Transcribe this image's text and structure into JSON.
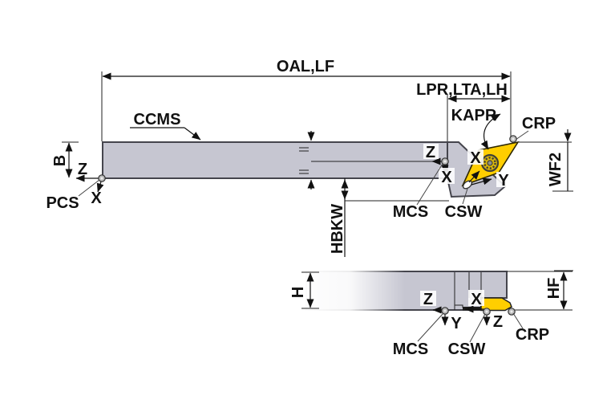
{
  "diagram_title": "Tool holder dimension definition drawing (side view and front view)",
  "colors": {
    "body_fill": "#c6c6d1",
    "body_outline": "#45454d",
    "insert_fill": "#ffce00",
    "line_color": "#111111",
    "background": "#ffffff"
  },
  "top_view": {
    "dim_oal": "OAL,LF",
    "label_ccms": "CCMS",
    "dim_lpr": "LPR,LTA,LH",
    "label_kapr": "KAPR",
    "label_crp": "CRP",
    "dim_wf2": "WF2",
    "dim_b": "B",
    "dim_hbkw": "HBKW",
    "label_pcs": "PCS",
    "label_mcs": "MCS",
    "label_csw": "CSW",
    "axis_pcs_z": "Z",
    "axis_pcs_x": "X",
    "axis_mcs_z": "Z",
    "axis_mcs_x": "X",
    "axis_csw_x": "X",
    "axis_csw_y": "Y"
  },
  "bottom_view": {
    "dim_h": "H",
    "dim_hf": "HF",
    "label_mcs": "MCS",
    "label_csw": "CSW",
    "label_crp": "CRP",
    "axis_mcs_z": "Z",
    "axis_mcs_y": "Y",
    "axis_csw_x": "X",
    "axis_csw_z": "Z"
  }
}
